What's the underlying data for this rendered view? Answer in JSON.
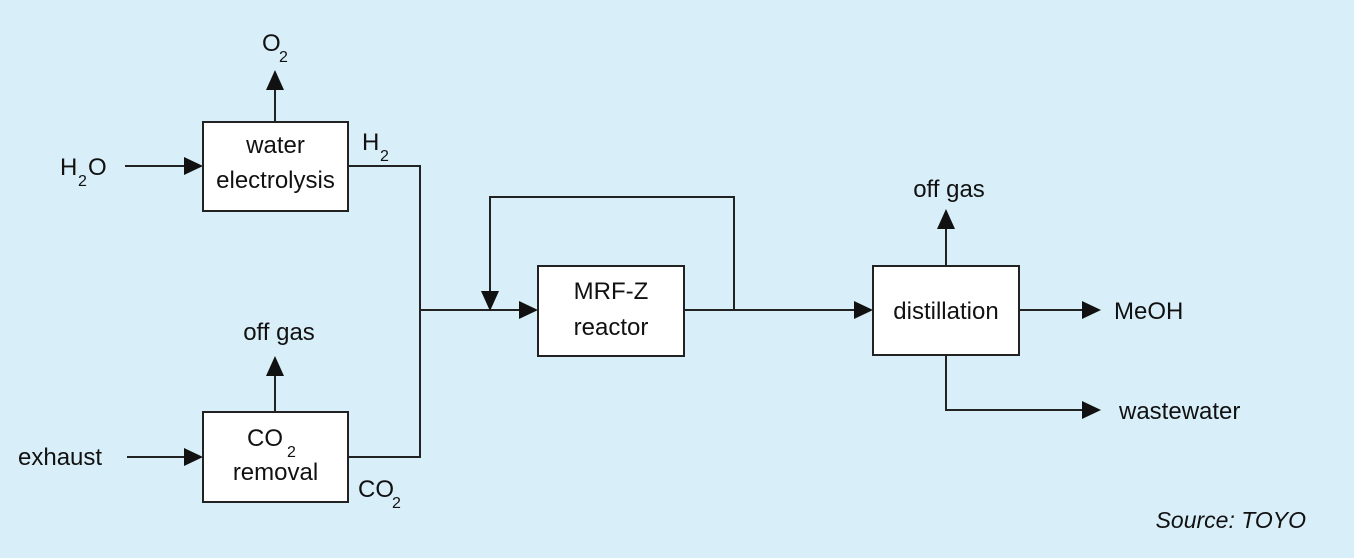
{
  "diagram": {
    "nodes": {
      "electrolysis": {
        "lines": [
          "water",
          "electrolysis"
        ]
      },
      "co2_removal": {
        "line1_main": "CO",
        "line1_sub": "2",
        "line2": "removal"
      },
      "reactor": {
        "lines": [
          "MRF-Z",
          "reactor"
        ]
      },
      "distillation": {
        "label": "distillation"
      }
    },
    "streams": {
      "o2": {
        "main": "O",
        "sub": "2"
      },
      "h2o": {
        "main_a": "H",
        "sub": "2",
        "main_b": "O"
      },
      "h2": {
        "main": "H",
        "sub": "2"
      },
      "exhaust": "exhaust",
      "co2_out": {
        "main": "CO",
        "sub": "2"
      },
      "offgas_co2": "off gas",
      "offgas_dist": "off gas",
      "meoh": "MeOH",
      "wastewater": "wastewater"
    },
    "source": "Source: TOYO"
  }
}
